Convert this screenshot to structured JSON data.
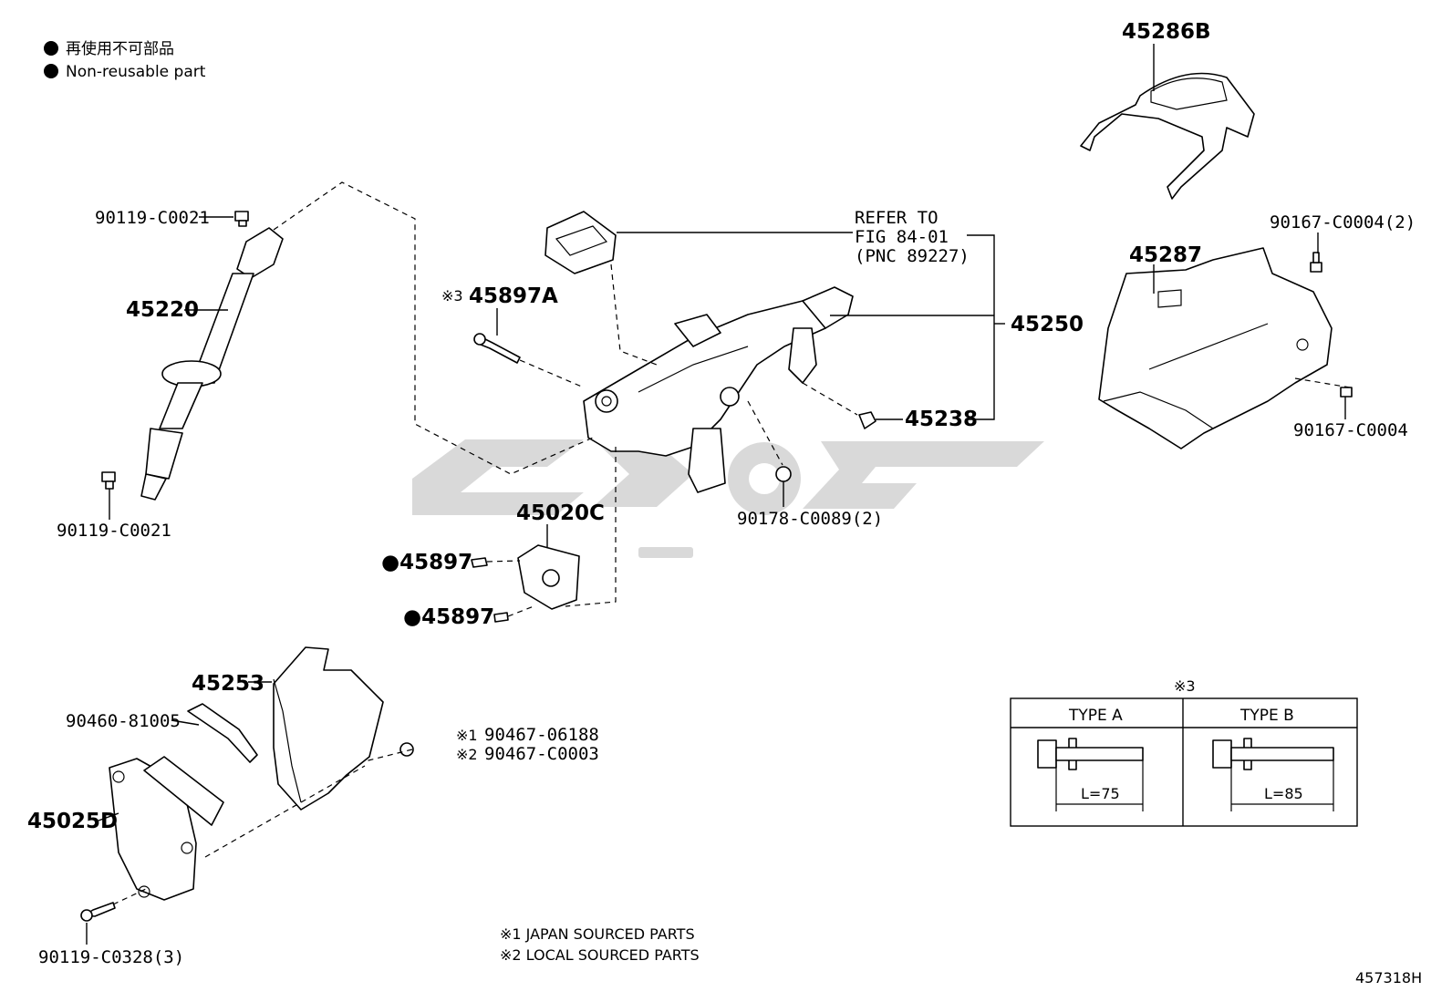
{
  "legend": {
    "marker": "●",
    "line_jp": "再使用不可部品",
    "line_en": "Non-reusable part"
  },
  "callouts": {
    "p45286B": "45286B",
    "p90119_top": "90119-C0021",
    "p45220": "45220",
    "refer_line1": "REFER TO",
    "refer_line2": "FIG 84-01",
    "refer_line3": "(PNC 89227)",
    "p90167_2": "90167-C0004(2)",
    "p45287": "45287",
    "p45897A_mark": "※3",
    "p45897A": "45897A",
    "p45250": "45250",
    "p45238": "45238",
    "p90167": "90167-C0004",
    "p90119_bottom": "90119-C0021",
    "p90178": "90178-C0089(2)",
    "p45020C": "45020C",
    "p45897_a": "●45897",
    "p45897_b": "●45897",
    "p45253": "45253",
    "p90460": "90460-81005",
    "p90467_mark1": "※1",
    "p90467_1": "90467-06188",
    "p90467_mark2": "※2",
    "p90467_2": "90467-C0003",
    "p45025D": "45025D",
    "p90119_C0328": "90119-C0328(3)"
  },
  "type_table": {
    "mark": "※3",
    "col_a": "TYPE A",
    "col_b": "TYPE B",
    "len_a": "L=75",
    "len_b": "L=85"
  },
  "notes": {
    "note1": "※1 JAPAN SOURCED PARTS",
    "note2": "※2 LOCAL SOURCED PARTS"
  },
  "figure_id": "457318H"
}
